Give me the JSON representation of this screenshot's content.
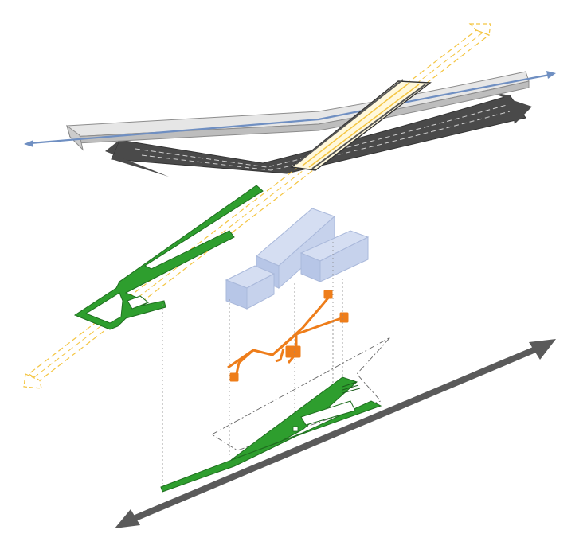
{
  "diagram": {
    "kind": "exploded-axonometric-site-diagram",
    "colors": {
      "background": "#ffffff",
      "bridge_deck": "#e4e4e4",
      "bridge_outline": "#8c8c8c",
      "road_dark": "#4a4a4a",
      "rail_line": "#6f8fc2",
      "pedestrian_path": "#f4c542",
      "green_space": "#2e9e2e",
      "building_mass": "#a9bde4",
      "circulation": "#ee7d1a",
      "arrow_grey": "#5a5a5a",
      "guide_line": "#888888"
    },
    "layers": [
      {
        "id": "infrastructure",
        "icon": "road-bridge-icon"
      },
      {
        "id": "pedestrian-bridge",
        "icon": "footbridge-icon"
      },
      {
        "id": "green-corridor",
        "icon": "park-strip-icon"
      },
      {
        "id": "buildings",
        "icon": "building-volume-icon"
      },
      {
        "id": "circulation",
        "icon": "path-network-icon"
      },
      {
        "id": "ground-plan",
        "icon": "site-plan-icon"
      },
      {
        "id": "boulevard-axis",
        "icon": "double-arrow-icon"
      }
    ]
  }
}
